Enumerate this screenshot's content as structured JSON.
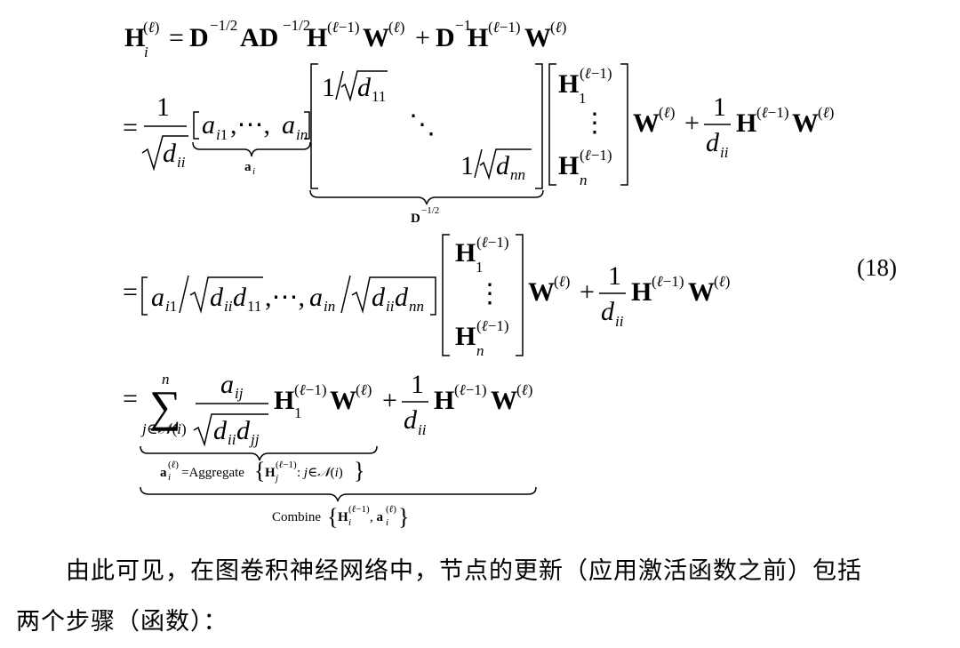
{
  "equation": {
    "number": "(18)",
    "brace_labels": {
      "a_i": "a",
      "a_i_sub": "i",
      "d_half": "D",
      "d_half_exp": "−1/2",
      "aggregate": "=Aggregate",
      "combine": "Combine"
    }
  },
  "paragraph": {
    "line1": "由此可见，在图卷积神经网络中，节点的更新（应用激活函数之前）包括",
    "line2": "两个步骤（函数）："
  }
}
